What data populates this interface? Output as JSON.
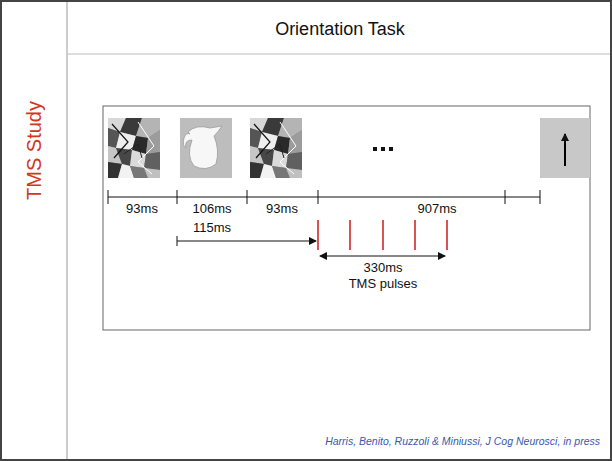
{
  "diagram": {
    "title": "Orientation Task",
    "labels": [
      "TMS Study",
      "93ms",
      "106ms",
      "93ms",
      "907ms",
      "115ms",
      "330ms",
      "TMS pulses",
      "Harris, Benito, Ruzzoli & Miniussi, J Cog Neurosci, in press"
    ]
  }
}
